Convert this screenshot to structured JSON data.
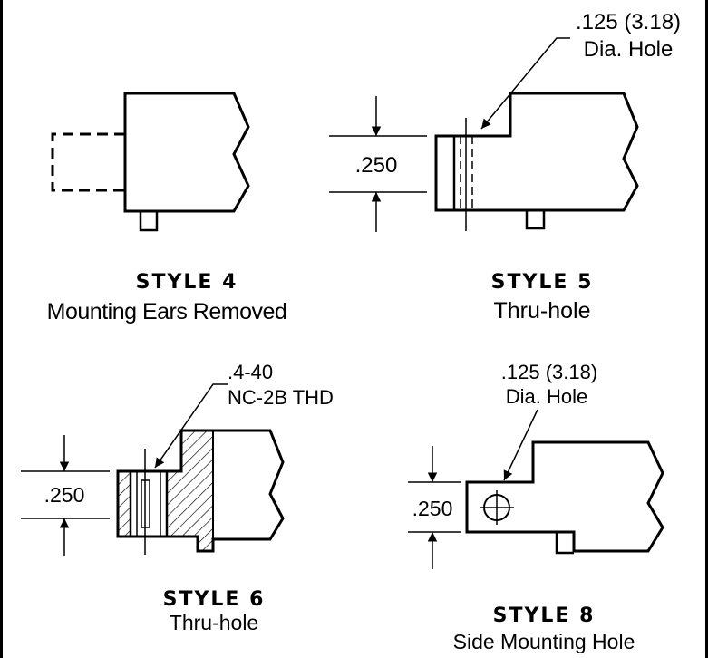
{
  "styles": {
    "s4": {
      "title": "STYLE 4",
      "subtitle": "Mounting Ears Removed"
    },
    "s5": {
      "title": "STYLE 5",
      "subtitle": "Thru-hole",
      "dim": ".250",
      "callout_1": ".125 (3.18)",
      "callout_2": "Dia. Hole"
    },
    "s6": {
      "title": "STYLE 6",
      "subtitle": "Thru-hole",
      "dim": ".250",
      "callout_1": ".4-40",
      "callout_2": "NC-2B THD"
    },
    "s8": {
      "title": "STYLE 8",
      "subtitle": "Side Mounting Hole",
      "dim": ".250",
      "callout_1": ".125 (3.18)",
      "callout_2": "Dia. Hole"
    }
  }
}
